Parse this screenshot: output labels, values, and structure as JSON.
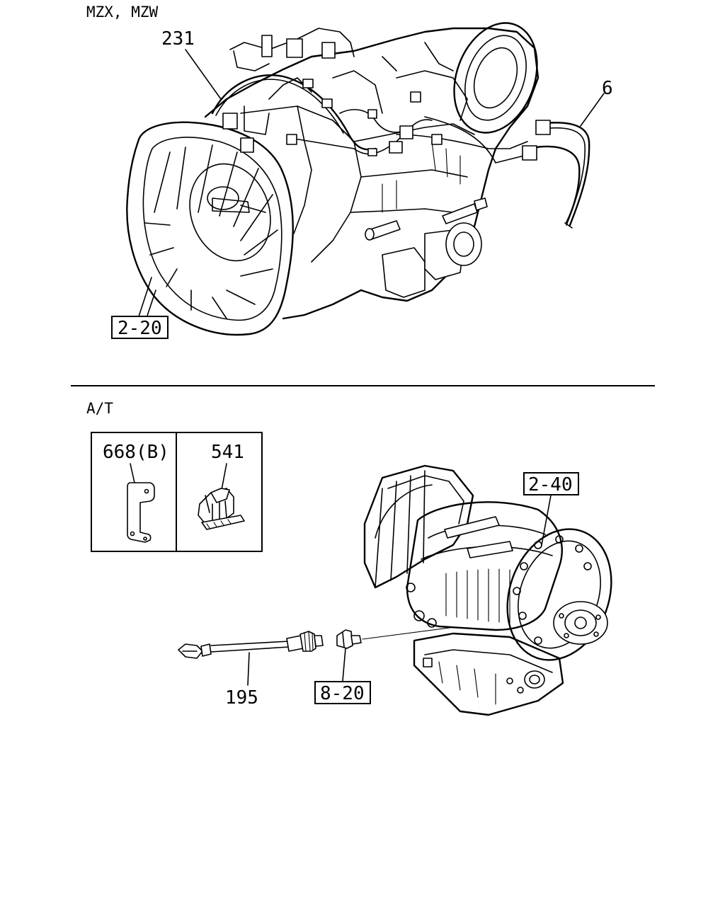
{
  "sections": {
    "manual": {
      "heading": "MZX, MZW",
      "labels": {
        "harness_main": "231",
        "harness_sub": "6",
        "ref_box": "2-20"
      }
    },
    "automatic": {
      "heading": "A/T",
      "inset": {
        "left_label": "668(B)",
        "right_label": "541"
      },
      "labels": {
        "ref_box_top": "2-40",
        "cable": "195",
        "ref_box_bottom": "8-20"
      }
    }
  }
}
